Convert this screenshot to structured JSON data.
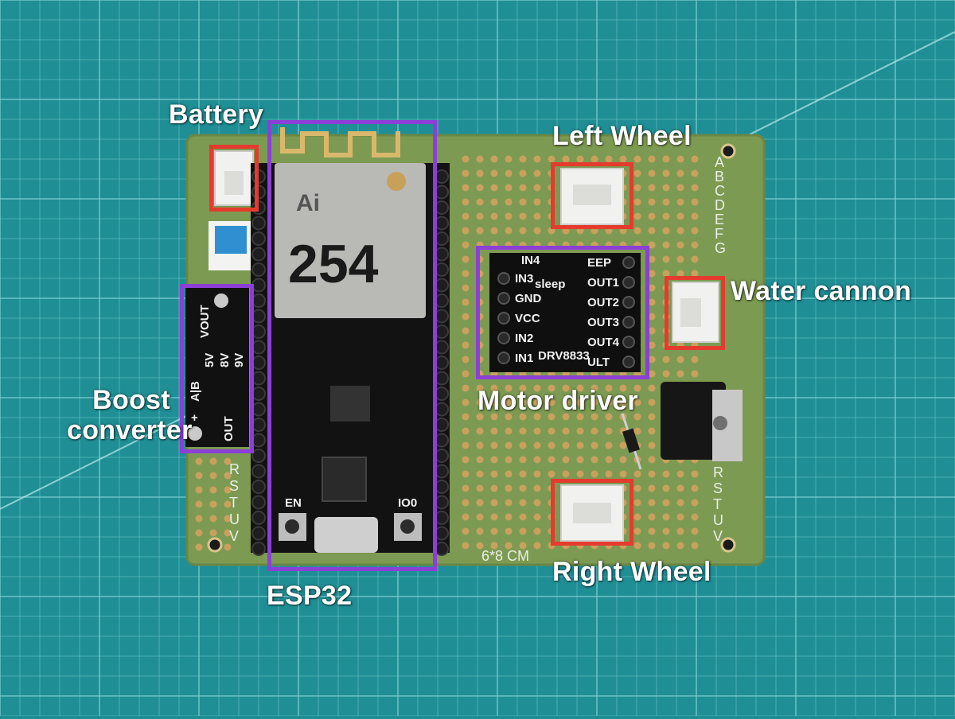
{
  "labels": {
    "battery": "Battery",
    "left_wheel": "Left Wheel",
    "water_cannon": "Water cannon",
    "boost_line1": "Boost",
    "boost_line2": "converter",
    "motor_driver": "Motor driver",
    "esp32": "ESP32",
    "right_wheel": "Right Wheel"
  },
  "board_print": {
    "size_text": "6*8 CM",
    "rows_right": [
      "A",
      "B",
      "C",
      "D",
      "E",
      "F",
      "G"
    ],
    "rows_bottom_right": [
      "R",
      "S",
      "T",
      "U",
      "V"
    ],
    "rows_bottom_left": [
      "R",
      "S",
      "T",
      "U",
      "V"
    ]
  },
  "esp32_print": {
    "number": "254",
    "brand": "Ai",
    "en": "EN",
    "io0": "IO0"
  },
  "driver_print": {
    "left_pins": [
      "IN3",
      "GND",
      "VCC",
      "IN2",
      "IN1"
    ],
    "right_pins": [
      "EEP",
      "OUT1",
      "OUT2",
      "OUT3",
      "OUT4",
      "ULT"
    ],
    "top_pin": "IN4",
    "sleep": "sleep",
    "chip": "DRV8833"
  },
  "boost_print": {
    "vout": "VOUT",
    "v5": "5V",
    "v8": "8V",
    "v9": "9V",
    "out": "OUT",
    "plus": "+",
    "ab": "A|B"
  },
  "colors": {
    "red_box": "#e53b2e",
    "purple_box": "#8c3fd6",
    "mat": "#1f8f95",
    "pcb": "#7d9a52"
  }
}
